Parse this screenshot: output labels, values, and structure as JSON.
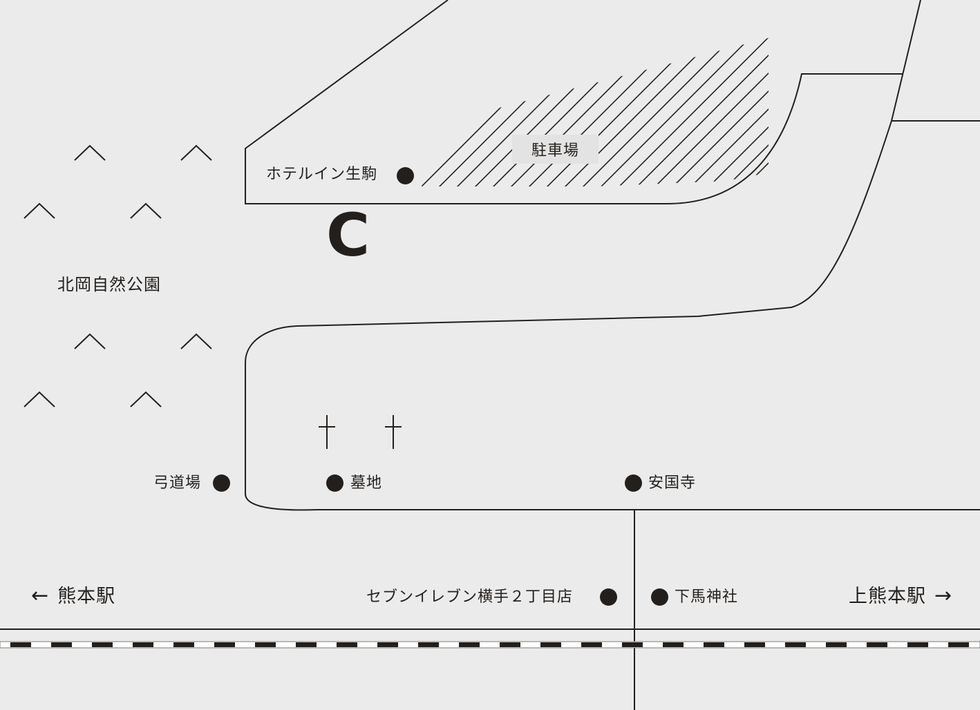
{
  "colors": {
    "background": "#ebebeb",
    "ink": "#231f1c",
    "parking_label_bg": "#e3e3e3",
    "rail_light": "#ffffff"
  },
  "logo": {
    "letter": "C"
  },
  "places": {
    "hotel": {
      "label": "ホテルイン生駒",
      "marker": "dot"
    },
    "parking": {
      "label": "駐車場",
      "pattern": "diagonal-hatch"
    },
    "park": {
      "label": "北岡自然公園",
      "icon": "mountain-icon"
    },
    "archery": {
      "label": "弓道場",
      "marker": "dot"
    },
    "cemetery": {
      "label": "墓地",
      "marker": "dot",
      "icon": "cross-icon"
    },
    "temple": {
      "label": "安国寺",
      "marker": "dot"
    },
    "convenience_store": {
      "label": "セブンイレブン横手２丁目店",
      "marker": "dot"
    },
    "shrine": {
      "label": "下馬神社",
      "marker": "dot"
    }
  },
  "directions": {
    "left": {
      "arrow": "←",
      "label": "熊本駅",
      "icon": "arrow-left-icon"
    },
    "right": {
      "arrow": "→",
      "label": "上熊本駅",
      "icon": "arrow-right-icon"
    }
  }
}
